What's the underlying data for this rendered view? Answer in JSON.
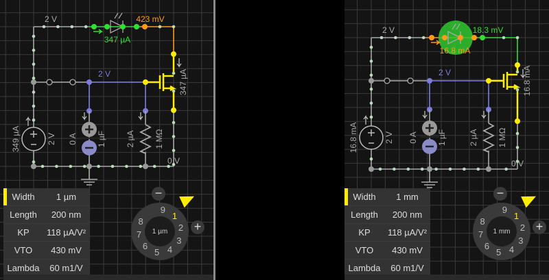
{
  "colors": {
    "wire": "#a8a8a8",
    "dot": "#b8dcb8",
    "blue": "#7c7ce0",
    "yellow": "#ffee00",
    "orange": "#ff9a1a",
    "green": "#33dd33",
    "label": "#aaaaaa"
  },
  "panels": [
    {
      "id": "left",
      "labels": {
        "top_voltage": "2 V",
        "led_node_voltage": "423 mV",
        "led_current": "347 µA",
        "gate_voltage": "2 V",
        "mosfet_current": "347 µA",
        "source_current": "349 µA",
        "source_voltage": "2 V",
        "cap_current": "0 A",
        "cap_value": "1 µF",
        "res_current": "2 µA",
        "res_value": "1 MΩ",
        "ground_voltage": "0 V"
      },
      "led_lit": false,
      "properties": [
        {
          "key": "Width",
          "value": "1 µm"
        },
        {
          "key": "Length",
          "value": "200 nm"
        },
        {
          "key": "KP",
          "value": "118 µA/V²"
        },
        {
          "key": "VTO",
          "value": "430 mV"
        },
        {
          "key": "Lambda",
          "value": "60 m1/V"
        }
      ],
      "dial": {
        "center": "1 µm",
        "numbers": [
          "9",
          "1",
          "2",
          "3",
          "4",
          "5",
          "6",
          "7",
          "8"
        ],
        "selected": "1",
        "minus": "−",
        "plus": "+"
      }
    },
    {
      "id": "right",
      "labels": {
        "top_voltage": "2 V",
        "led_node_voltage": "18.3 mV",
        "led_current": "16.8 mA",
        "gate_voltage": "2 V",
        "mosfet_current": "16.8 mA",
        "source_current": "16.8 mA",
        "source_voltage": "2 V",
        "cap_current": "0 A",
        "cap_value": "1 µF",
        "res_current": "2 µA",
        "res_value": "1 MΩ",
        "ground_voltage": "0 V"
      },
      "led_lit": true,
      "properties": [
        {
          "key": "Width",
          "value": "1 mm"
        },
        {
          "key": "Length",
          "value": "200 nm"
        },
        {
          "key": "KP",
          "value": "118 µA/V²"
        },
        {
          "key": "VTO",
          "value": "430 mV"
        },
        {
          "key": "Lambda",
          "value": "60 m1/V"
        }
      ],
      "dial": {
        "center": "1 mm",
        "numbers": [
          "9",
          "1",
          "2",
          "3",
          "4",
          "5",
          "6",
          "7",
          "8"
        ],
        "selected": "1",
        "minus": "−",
        "plus": "+"
      }
    }
  ]
}
